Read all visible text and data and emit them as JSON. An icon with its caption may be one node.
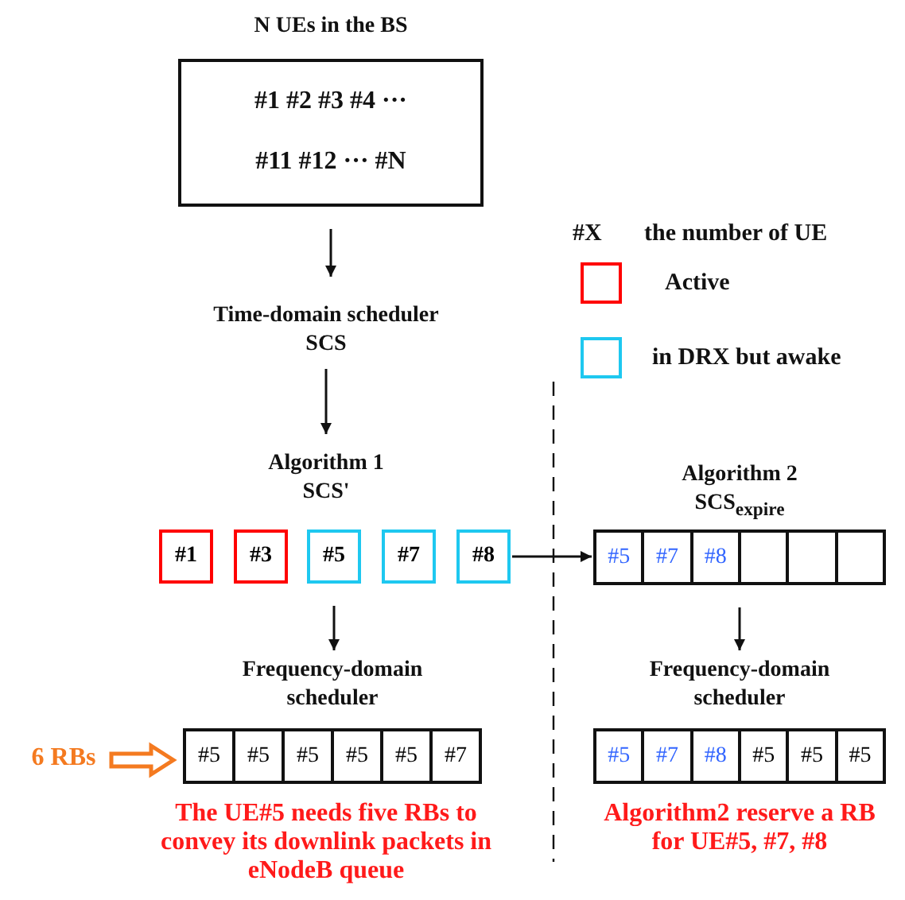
{
  "diagram": {
    "nodes": [
      {
        "text": [
          "N UEs in the BS",
          "#1 #2 #3 #4 ···",
          "#11 #12 ··· #N"
        ]
      },
      {
        "text": [
          "Time-domain scheduler",
          "SCS"
        ]
      },
      {
        "text": [
          "Algorithm 1",
          "SCS'"
        ]
      },
      {
        "text": [
          "#1"
        ]
      },
      {
        "text": [
          "#3"
        ]
      },
      {
        "text": [
          "#5"
        ]
      },
      {
        "text": [
          "#7"
        ]
      },
      {
        "text": [
          "#8"
        ]
      },
      {
        "text": [
          "Algorithm 2",
          "SCS$_{expire}$"
        ]
      },
      {
        "text": [
          "#5"
        ],
        "in": 8
      },
      {
        "text": [
          "#7"
        ],
        "in": 8
      },
      {
        "text": [
          "#8"
        ],
        "in": 8
      },
      {
        "text": [],
        "shape": "box",
        "in": 8
      },
      {
        "text": [],
        "shape": "box",
        "in": 8
      },
      {
        "text": [],
        "shape": "box",
        "in": 8
      },
      {
        "text": [
          "Frequency-domain scheduler"
        ]
      },
      {
        "text": [
          "#5"
        ],
        "in": 15
      },
      {
        "text": [
          "#5"
        ],
        "in": 15
      },
      {
        "text": [
          "#5"
        ],
        "in": 15
      },
      {
        "text": [
          "#5"
        ],
        "in": 15
      },
      {
        "text": [
          "#5"
        ],
        "in": 15
      },
      {
        "text": [
          "#7"
        ],
        "in": 15
      },
      {
        "text": [
          "Frequency-domain scheduler"
        ]
      },
      {
        "text": [
          "#5"
        ],
        "in": 22
      },
      {
        "text": [
          "#7"
        ],
        "in": 22
      },
      {
        "text": [
          "#8"
        ],
        "in": 22
      },
      {
        "text": [
          "#5"
        ],
        "in": 22
      },
      {
        "text": [
          "#5"
        ],
        "in": 22
      },
      {
        "text": [
          "#5"
        ],
        "in": 22
      },
      {
        "text": [
          "6 RBs"
        ]
      }
    ],
    "edges": [
      {
        "from": 0,
        "to": 1,
        "arrow": "to"
      },
      {
        "from": 1,
        "to": 2,
        "arrow": "to"
      },
      {
        "from": 5,
        "to": 15,
        "arrow": "to"
      },
      {
        "from": 7,
        "to": 8,
        "arrow": "to"
      },
      {
        "from": 8,
        "to": 22,
        "arrow": "to"
      },
      {
        "from": 29,
        "to": 15,
        "arrow": "to",
        "style": "thick",
        "color": "#f47a20"
      }
    ],
    "labels": [
      "#X",
      "the number of UE",
      "The UE#5 needs five RBs to convey its downlink packets in eNodeB queue",
      "Algorithm2 reserve a RB for UE#5, #7, #8"
    ],
    "legend": [
      {
        "text": "Active",
        "color": "#ff0000"
      },
      {
        "text": "in DRX but awake",
        "color": "#1ec8f0"
      }
    ]
  }
}
